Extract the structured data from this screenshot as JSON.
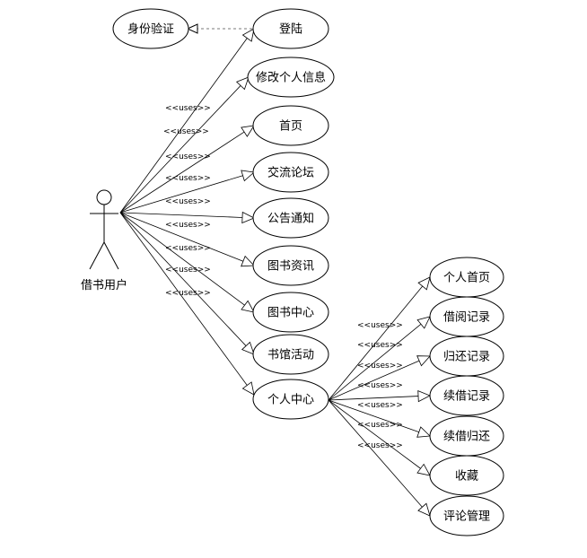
{
  "actor": {
    "label": "借书用户"
  },
  "auth": {
    "label": "身份验证"
  },
  "relation_label": "<<uses>>",
  "main_usecases": [
    {
      "id": "login",
      "label": "登陆"
    },
    {
      "id": "edit-profile",
      "label": "修改个人信息"
    },
    {
      "id": "home",
      "label": "首页"
    },
    {
      "id": "forum",
      "label": "交流论坛"
    },
    {
      "id": "notice",
      "label": "公告通知"
    },
    {
      "id": "book-news",
      "label": "图书资讯"
    },
    {
      "id": "book-center",
      "label": "图书中心"
    },
    {
      "id": "library-events",
      "label": "书馆活动"
    },
    {
      "id": "personal-center",
      "label": "个人中心"
    }
  ],
  "sub_usecases": [
    {
      "id": "personal-home",
      "label": "个人首页"
    },
    {
      "id": "borrow-records",
      "label": "借阅记录"
    },
    {
      "id": "return-records",
      "label": "归还记录"
    },
    {
      "id": "renew-records",
      "label": "续借记录"
    },
    {
      "id": "renew-return",
      "label": "续借归还"
    },
    {
      "id": "favorites",
      "label": "收藏"
    },
    {
      "id": "comment-mgmt",
      "label": "评论管理"
    }
  ]
}
